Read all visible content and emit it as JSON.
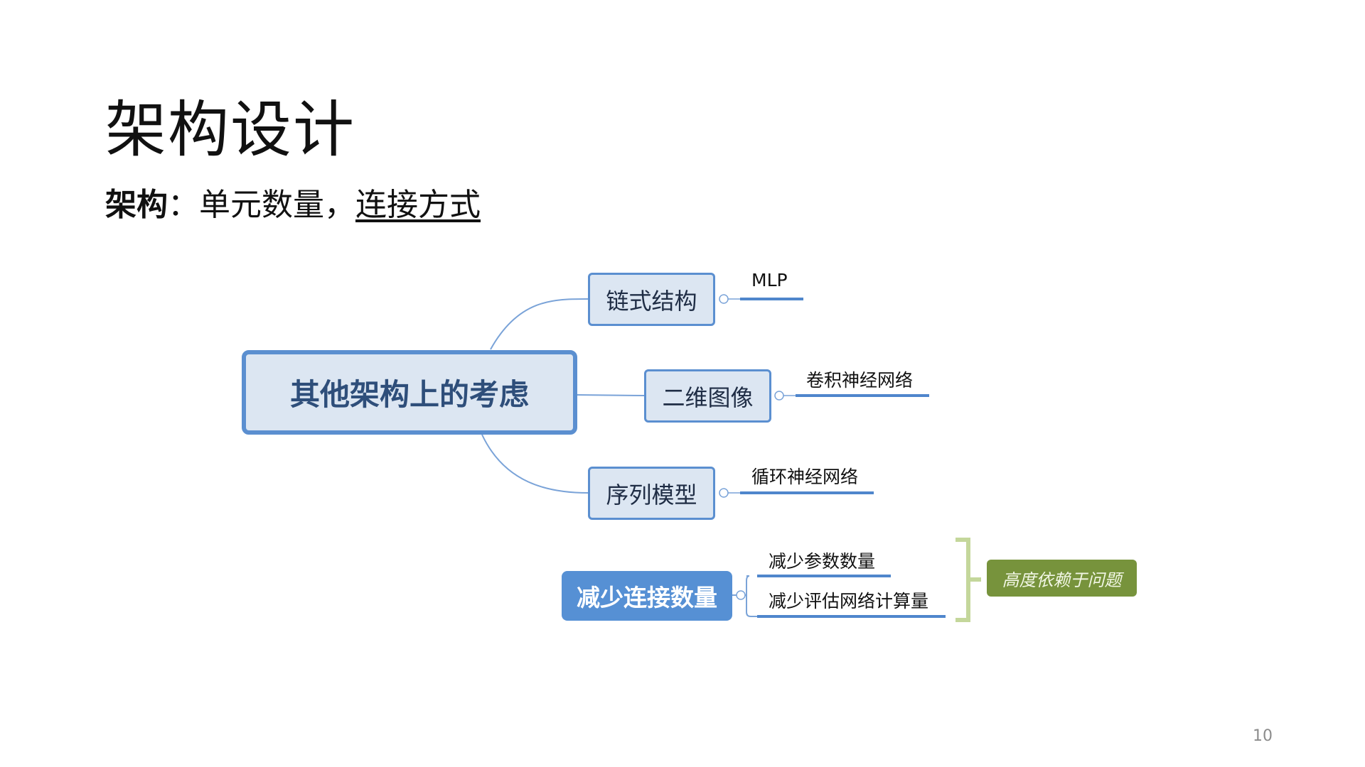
{
  "slide": {
    "title": "架构设计",
    "subtitle_bold": "架构",
    "subtitle_sep": "：单元数量，",
    "subtitle_underlined": "连接方式",
    "page_number": "10"
  },
  "mindmap": {
    "central": "其他架构上的考虑",
    "branches": [
      {
        "label": "链式结构",
        "leaf": "MLP"
      },
      {
        "label": "二维图像",
        "leaf": "卷积神经网络"
      },
      {
        "label": "序列模型",
        "leaf": "循环神经网络"
      }
    ],
    "reduce": {
      "label": "减少连接数量",
      "children": [
        "减少参数数量",
        "减少评估网络计算量"
      ],
      "summary": "高度依赖于问题"
    }
  },
  "colors": {
    "accent": "#5690d4",
    "node_fill": "#dce6f2",
    "summary_green": "#77933c",
    "bracket": "#c4d79b"
  }
}
